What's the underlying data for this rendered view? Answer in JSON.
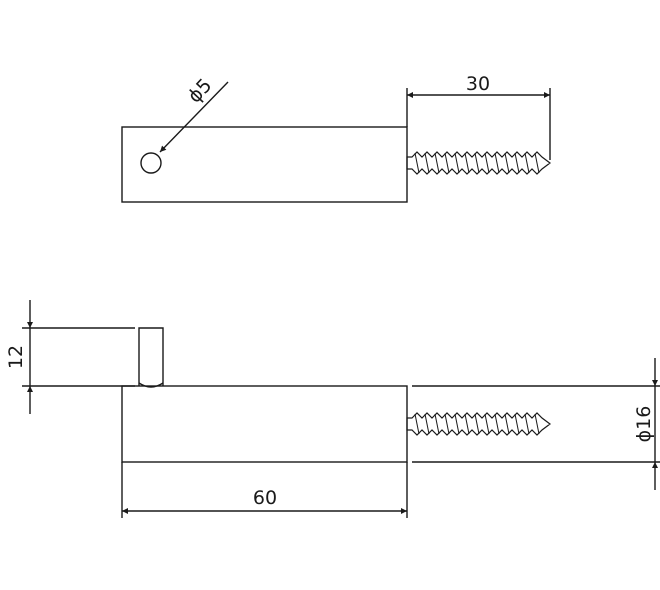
{
  "drawing": {
    "top_view": {
      "hole_diameter_label": "ϕ5",
      "screw_length_label": "30"
    },
    "side_view": {
      "pin_height_label": "12",
      "body_length_label": "60",
      "body_diameter_label": "ϕ16"
    },
    "colors": {
      "line": "#1a1a1a",
      "background": "#ffffff"
    }
  }
}
